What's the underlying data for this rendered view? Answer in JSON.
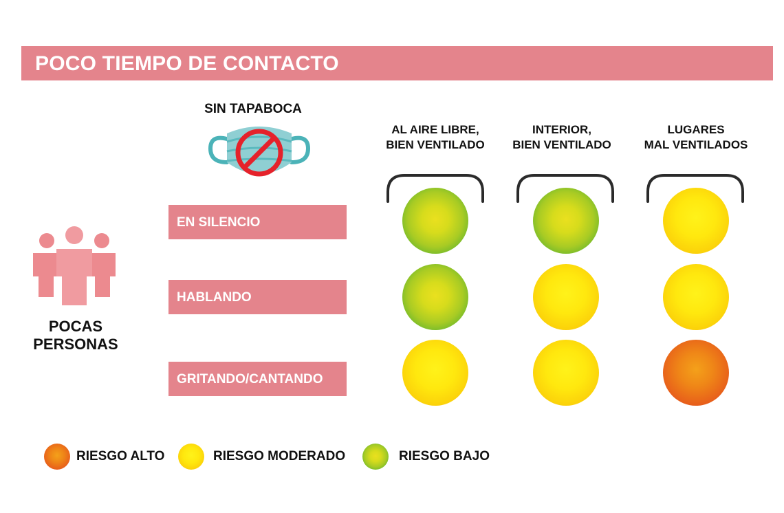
{
  "header": {
    "title": "POCO TIEMPO DE CONTACTO"
  },
  "mask": {
    "label": "SIN TAPABOCA",
    "icon": "mask-crossed-icon"
  },
  "columns": [
    {
      "line1": "AL AIRE LIBRE,",
      "line2": "BIEN VENTILADO"
    },
    {
      "line1": "INTERIOR,",
      "line2": "BIEN VENTILADO"
    },
    {
      "line1": "LUGARES",
      "line2": "MAL VENTILADOS"
    }
  ],
  "rows": [
    {
      "label": "EN SILENCIO"
    },
    {
      "label": "HABLANDO"
    },
    {
      "label": "GRITANDO/CANTANDO"
    }
  ],
  "people": {
    "line1": "POCAS",
    "line2": "PERSONAS",
    "icon": "group-people-icon"
  },
  "risk_matrix": [
    [
      "bajo",
      "bajo",
      "moderado"
    ],
    [
      "bajo",
      "moderado",
      "moderado"
    ],
    [
      "moderado",
      "moderado",
      "alto"
    ]
  ],
  "legend": {
    "alto": "RIESGO ALTO",
    "moderado": "RIESGO MODERADO",
    "bajo": "RIESGO BAJO"
  },
  "colors": {
    "band": "#e4848c",
    "risk_alto": "#e8611a",
    "risk_moderado": "#ffe80e",
    "risk_bajo": "#63b52e"
  }
}
